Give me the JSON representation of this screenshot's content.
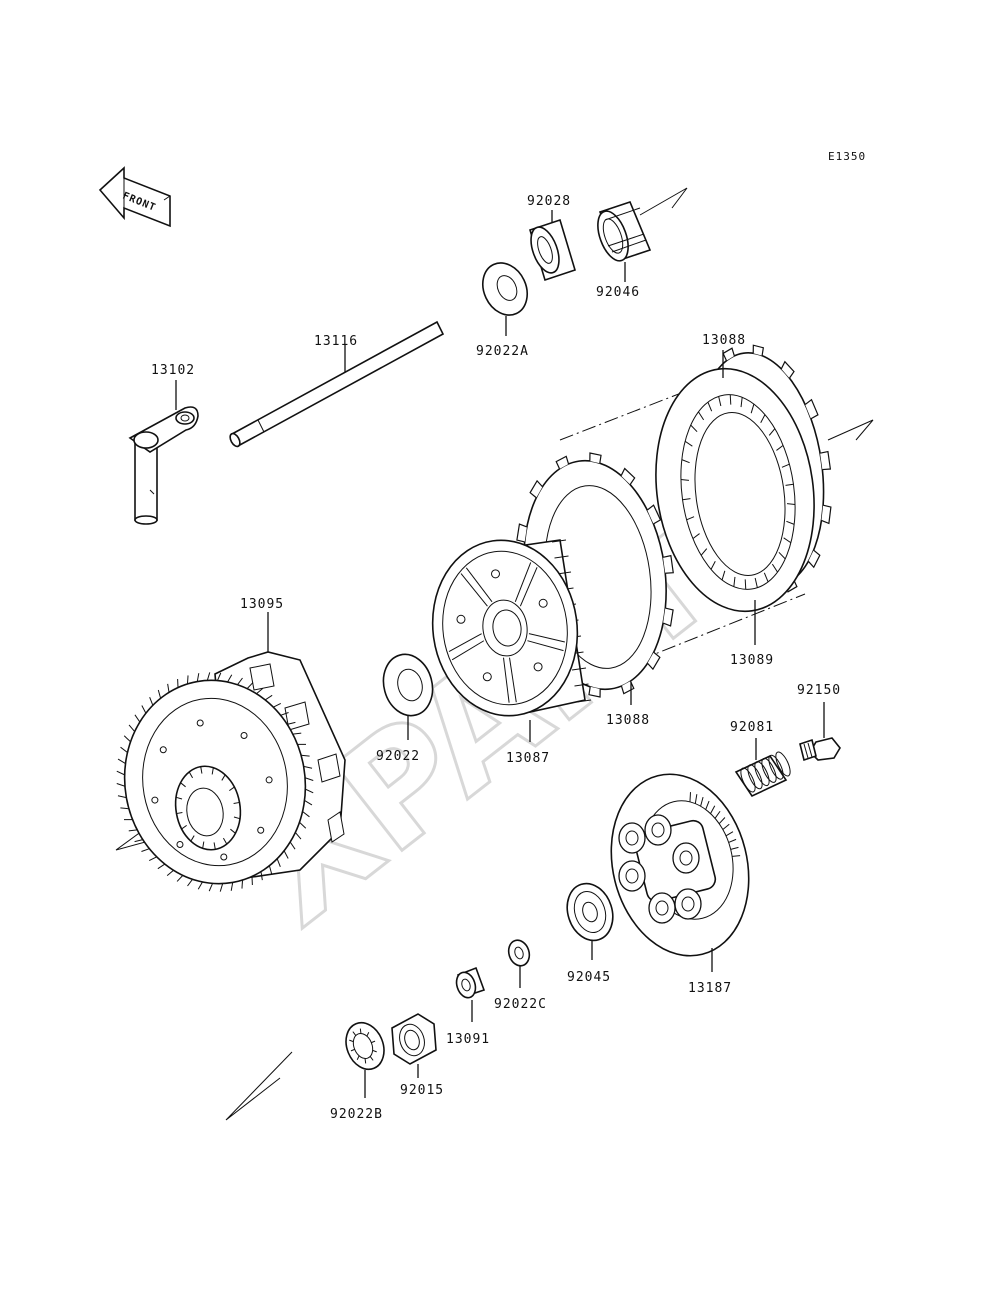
{
  "diagram_code": "E1350",
  "front_label": "FRONT",
  "watermark": "XPARTS",
  "parts": [
    {
      "id": "p-92028",
      "label": "92028"
    },
    {
      "id": "p-92046",
      "label": "92046"
    },
    {
      "id": "p-92022a",
      "label": "92022A"
    },
    {
      "id": "p-13088-top",
      "label": "13088"
    },
    {
      "id": "p-13116",
      "label": "13116"
    },
    {
      "id": "p-13102",
      "label": "13102"
    },
    {
      "id": "p-13095",
      "label": "13095"
    },
    {
      "id": "p-92022",
      "label": "92022"
    },
    {
      "id": "p-13087",
      "label": "13087"
    },
    {
      "id": "p-13088-bottom",
      "label": "13088"
    },
    {
      "id": "p-13089",
      "label": "13089"
    },
    {
      "id": "p-92150",
      "label": "92150"
    },
    {
      "id": "p-92081",
      "label": "92081"
    },
    {
      "id": "p-92045",
      "label": "92045"
    },
    {
      "id": "p-13187",
      "label": "13187"
    },
    {
      "id": "p-92022c",
      "label": "92022C"
    },
    {
      "id": "p-13091",
      "label": "13091"
    },
    {
      "id": "p-92015",
      "label": "92015"
    },
    {
      "id": "p-92022b",
      "label": "92022B"
    }
  ]
}
